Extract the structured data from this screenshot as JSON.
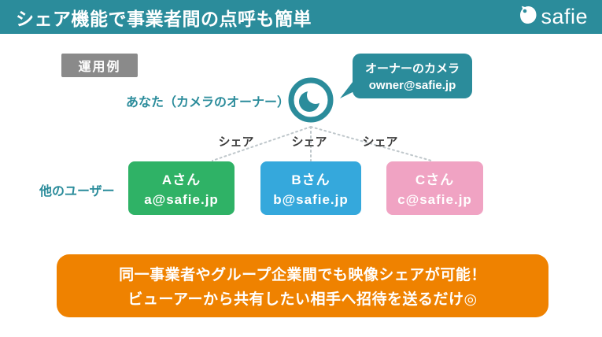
{
  "header": {
    "title": "シェア機能で事業者間の点呼も簡単",
    "bg_color": "#2b8c9b",
    "logo_text": "safie"
  },
  "diagram": {
    "example_label": "運用例",
    "example_bg_color": "#8a8a8a",
    "owner_label": "あなた（カメラのオーナー）",
    "accent_color": "#2b8c9b",
    "bubble": {
      "line1": "オーナーのカメラ",
      "line2": "owner@safie.jp",
      "bg_color": "#2b8c9b"
    },
    "share_labels": [
      "シェア",
      "シェア",
      "シェア"
    ],
    "other_users_label": "他のユーザー",
    "users": [
      {
        "name": "Aさん",
        "email": "a@safie.jp",
        "color": "#2fb266"
      },
      {
        "name": "Bさん",
        "email": "b@safie.jp",
        "color": "#35a8dc"
      },
      {
        "name": "Cさん",
        "email": "c@safie.jp",
        "color": "#f0a3c3"
      }
    ]
  },
  "callout": {
    "line1": "同一事業者やグループ企業間でも映像シェアが可能！",
    "line2": "ビューアーから共有したい相手へ招待を送るだけ◎",
    "bg_color": "#ef8200"
  }
}
